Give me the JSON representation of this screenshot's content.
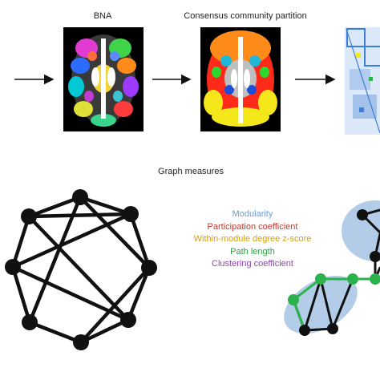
{
  "labels": {
    "bna": "BNA",
    "consensus": "Consensus community partition",
    "graph_measures": "Graph measures"
  },
  "measures": [
    {
      "text": "Modularity",
      "color": "#6a9bd1"
    },
    {
      "text": "Participation coefficient",
      "color": "#c0392b"
    },
    {
      "text": "Within-module degree z-score",
      "color": "#d4a017"
    },
    {
      "text": "Path length",
      "color": "#2ea043"
    },
    {
      "text": "Clustering coefficient",
      "color": "#8e44ad"
    }
  ],
  "colors": {
    "arrow": "#111111",
    "node": "#111111",
    "ellipse": "#b3cde8",
    "module_highlight": "#2bb24c",
    "matrix_blue": "#3d7fd6"
  }
}
